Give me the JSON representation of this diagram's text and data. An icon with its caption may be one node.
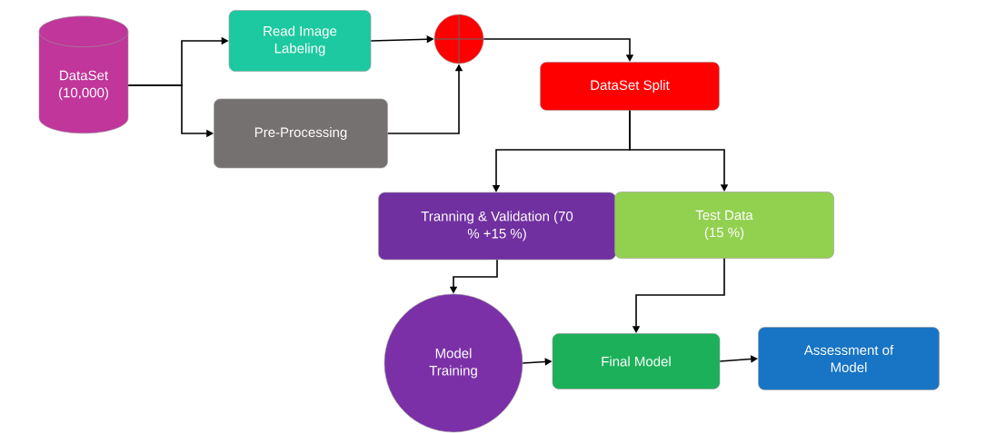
{
  "diagram": {
    "nodes": [
      {
        "text": [
          "DataSet (10,000)"
        ]
      },
      {
        "text": [
          "Read Image Labeling"
        ]
      },
      {
        "text": [
          "Pre-Processing"
        ]
      },
      {
        "text": [],
        "shape": "circle"
      },
      {
        "text": [
          "DataSet Split"
        ]
      },
      {
        "text": [
          "Tranning & Validation (70 % +15 %)"
        ]
      },
      {
        "text": [
          "Test Data (15 %)"
        ]
      },
      {
        "text": [
          "Model Training"
        ]
      },
      {
        "text": [
          "Final Model"
        ]
      },
      {
        "text": [
          "Assessment of Model"
        ]
      }
    ],
    "edges": [
      {
        "from": 0,
        "to": 1,
        "arrow": "to"
      },
      {
        "from": 0,
        "to": 2,
        "arrow": "to"
      },
      {
        "from": 1,
        "to": 3,
        "arrow": "to"
      },
      {
        "from": 2,
        "to": 3,
        "arrow": "to"
      },
      {
        "from": 3,
        "to": 4,
        "arrow": "to"
      },
      {
        "from": 4,
        "to": 5,
        "arrow": "to"
      },
      {
        "from": 4,
        "to": 6,
        "arrow": "to"
      },
      {
        "from": 5,
        "to": 7,
        "arrow": "to"
      },
      {
        "from": 6,
        "to": 8,
        "arrow": "to"
      },
      {
        "from": 7,
        "to": 8,
        "arrow": "to"
      },
      {
        "from": 8,
        "to": 9,
        "arrow": "to"
      }
    ]
  }
}
